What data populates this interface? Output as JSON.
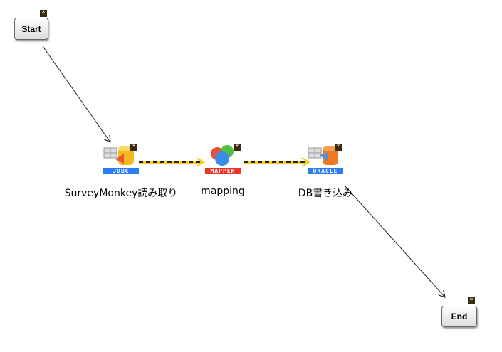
{
  "start": {
    "label": "Start",
    "badge": "*"
  },
  "end": {
    "label": "End",
    "badge": "*"
  },
  "nodes": [
    {
      "tag": "JDBC",
      "label": "SurveyMonkey読み取り",
      "badge": "*",
      "color": "#2a7ef0"
    },
    {
      "tag": "MAPPER",
      "label": "mapping",
      "badge": "*",
      "color": "#e8352a"
    },
    {
      "tag": "ORACLE",
      "label": "DB書き込み",
      "badge": "*",
      "color": "#2a7ef0"
    }
  ]
}
